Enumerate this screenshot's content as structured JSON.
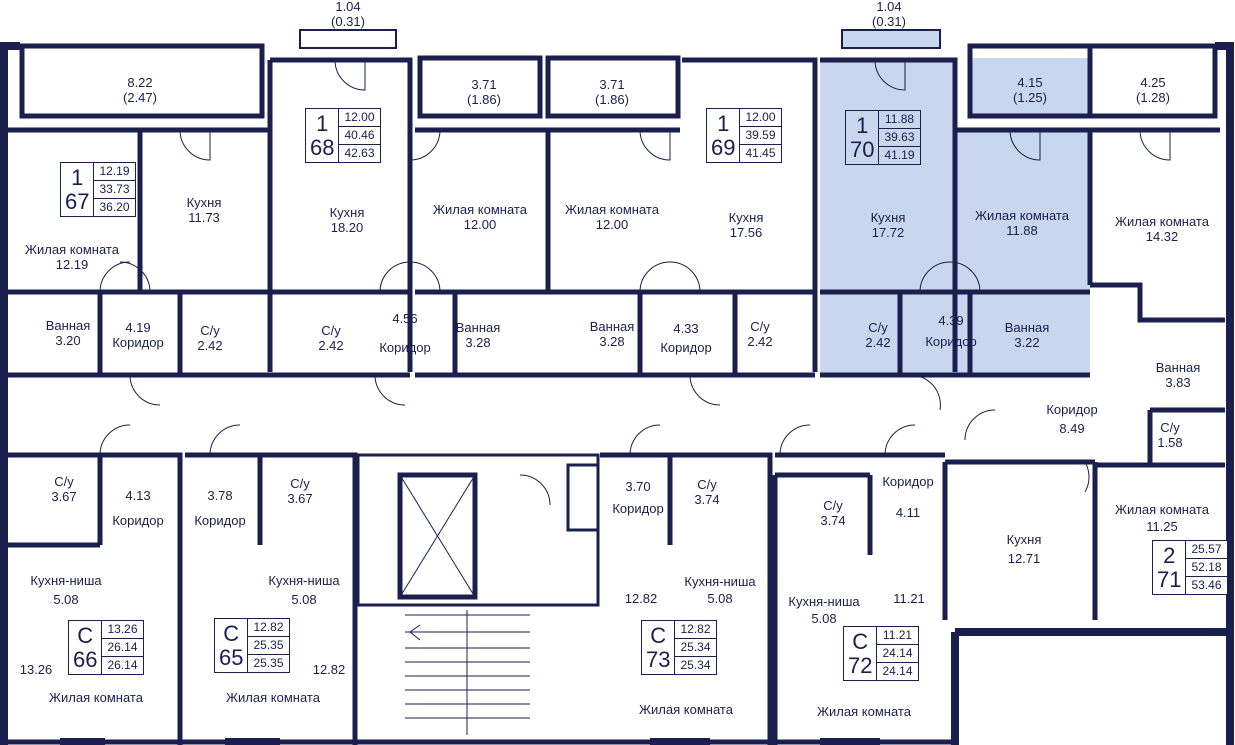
{
  "colors": {
    "wall": "#1a1f4d",
    "highlight": "#c8d6ee",
    "background": "#ffffff"
  },
  "top_balconies": [
    {
      "area": "1.04",
      "sub": "(0.31)"
    },
    {
      "area": "1.04",
      "sub": "(0.31)"
    }
  ],
  "loggias": [
    {
      "area": "8.22",
      "sub": "(2.47)"
    },
    {
      "area": "3.71",
      "sub": "(1.86)"
    },
    {
      "area": "3.71",
      "sub": "(1.86)"
    },
    {
      "area": "4.15",
      "sub": "(1.25)"
    },
    {
      "area": "4.25",
      "sub": "(1.28)"
    }
  ],
  "apartments": [
    {
      "rooms": "1",
      "number": "67",
      "areas": [
        "12.19",
        "33.73",
        "36.20"
      ]
    },
    {
      "rooms": "1",
      "number": "68",
      "areas": [
        "12.00",
        "40.46",
        "42.63"
      ]
    },
    {
      "rooms": "1",
      "number": "69",
      "areas": [
        "12.00",
        "39.59",
        "41.45"
      ]
    },
    {
      "rooms": "1",
      "number": "70",
      "areas": [
        "11.88",
        "39.63",
        "41.19"
      ]
    },
    {
      "rooms": "2",
      "number": "71",
      "areas": [
        "25.57",
        "52.18",
        "53.46"
      ]
    },
    {
      "rooms": "С",
      "number": "66",
      "areas": [
        "13.26",
        "26.14",
        "26.14"
      ]
    },
    {
      "rooms": "С",
      "number": "65",
      "areas": [
        "12.82",
        "25.35",
        "25.35"
      ]
    },
    {
      "rooms": "С",
      "number": "73",
      "areas": [
        "12.82",
        "25.34",
        "25.34"
      ]
    },
    {
      "rooms": "С",
      "number": "72",
      "areas": [
        "11.21",
        "24.14",
        "24.14"
      ]
    }
  ],
  "rooms": [
    {
      "name": "Жилая комната",
      "area": "12.19"
    },
    {
      "name": "Кухня",
      "area": "11.73"
    },
    {
      "name": "Кухня",
      "area": "18.20"
    },
    {
      "name": "Жилая комната",
      "area": "12.00"
    },
    {
      "name": "Жилая комната",
      "area": "12.00"
    },
    {
      "name": "Кухня",
      "area": "17.56"
    },
    {
      "name": "Кухня",
      "area": "17.72"
    },
    {
      "name": "Жилая комната",
      "area": "11.88"
    },
    {
      "name": "Жилая комната",
      "area": "14.32"
    },
    {
      "name": "Ванная",
      "area": "3.20"
    },
    {
      "name": "Коридор",
      "area": "4.19"
    },
    {
      "name": "С/у",
      "area": "2.42"
    },
    {
      "name": "С/у",
      "area": "2.42"
    },
    {
      "name": "Коридор",
      "area": "4.56"
    },
    {
      "name": "Ванная",
      "area": "3.28"
    },
    {
      "name": "Ванная",
      "area": "3.28"
    },
    {
      "name": "Коридор",
      "area": "4.33"
    },
    {
      "name": "С/у",
      "area": "2.42"
    },
    {
      "name": "С/у",
      "area": "2.42"
    },
    {
      "name": "Коридор",
      "area": "4.39"
    },
    {
      "name": "Ванная",
      "area": "3.22"
    },
    {
      "name": "Ванная",
      "area": "3.83"
    },
    {
      "name": "Коридор",
      "area": "8.49"
    },
    {
      "name": "С/у",
      "area": "1.58"
    },
    {
      "name": "С/у",
      "area": "3.67"
    },
    {
      "name": "Коридор",
      "area": "4.13"
    },
    {
      "name": "Коридор",
      "area": "3.78"
    },
    {
      "name": "С/у",
      "area": "3.67"
    },
    {
      "name": "Коридор",
      "area": "3.70"
    },
    {
      "name": "С/у",
      "area": "3.74"
    },
    {
      "name": "С/у",
      "area": "3.74"
    },
    {
      "name": "Коридор",
      "area": "4.11"
    },
    {
      "name": "Кухня",
      "area": "12.71"
    },
    {
      "name": "Жилая комната",
      "area": "11.25"
    },
    {
      "name": "Кухня-ниша",
      "area": "5.08"
    },
    {
      "name": "Кухня-ниша",
      "area": "5.08"
    },
    {
      "name": "Кухня-ниша",
      "area": "5.08"
    },
    {
      "name": "Кухня-ниша",
      "area": "5.08"
    },
    {
      "name": "Жилая комната",
      "area": "13.26"
    },
    {
      "name": "Жилая комната",
      "area": "12.82"
    },
    {
      "name": "Жилая комната",
      "area": "12.82"
    },
    {
      "name": "Жилая комната",
      "area": "11.21"
    }
  ]
}
